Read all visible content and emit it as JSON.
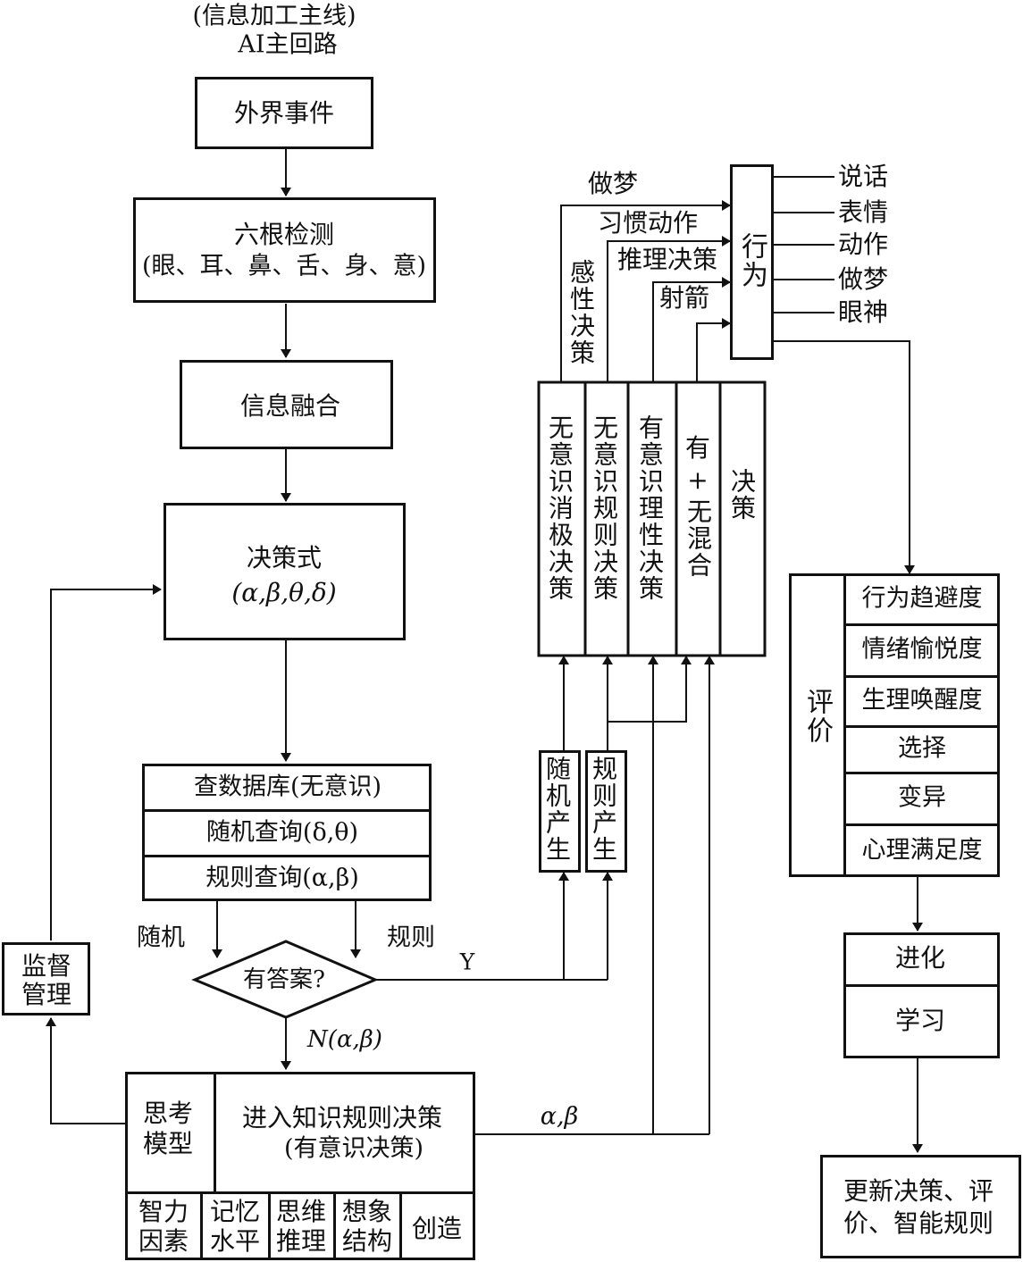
{
  "header": {
    "line1": "(信息加工主线)",
    "line2": "AI主回路"
  },
  "main_flow": {
    "external_events": "外界事件",
    "six_senses_title": "六根检测",
    "six_senses_sub": "(眼、耳、鼻、舌、身、意)",
    "info_fusion": "信息融合",
    "decision_formula_title": "决策式",
    "decision_formula_params": "(α,β,θ,δ)"
  },
  "database": {
    "row1": "查数据库(无意识)",
    "row2": "随机查询(δ,θ)",
    "row3": "规则查询(α,β)"
  },
  "branch_labels": {
    "random": "随机",
    "rule": "规则",
    "yes": "Y",
    "no": "N(α,β)",
    "alpha_beta": "α,β"
  },
  "diamond": {
    "question": "有答案?"
  },
  "supervision": {
    "label": "监督管理"
  },
  "knowledge_block": {
    "thinking_model": "思考模型",
    "enter_rules_line1": "进入知识规则决策",
    "enter_rules_line2": "(有意识决策)",
    "factors": [
      "智力因素",
      "记忆水平",
      "思维推理",
      "想象结构",
      "创造"
    ]
  },
  "generators": {
    "random_gen": "随机产生",
    "rule_gen": "规则产生"
  },
  "decision_columns": {
    "col1": "无意识消极决策",
    "col2": "无意识规则决策",
    "col3": "有意识理性决策",
    "col4a": "有",
    "col4b": "+",
    "col4c": "无混合",
    "col5": "决策"
  },
  "feed_labels": {
    "dream": "做梦",
    "emotional": "感性决策",
    "habit": "习惯动作",
    "reasoning": "推理决策",
    "archery": "射箭"
  },
  "behavior": {
    "label": "行为",
    "outputs": [
      "说话",
      "表情",
      "动作",
      "做梦",
      "眼神"
    ]
  },
  "evaluation": {
    "label": "评价",
    "items": [
      "行为趋避度",
      "情绪愉悦度",
      "生理唤醒度",
      "选择",
      "变异",
      "心理满足度"
    ]
  },
  "evolution": {
    "row1": "进化",
    "row2": "学习"
  },
  "update": {
    "line1": "更新决策、评",
    "line2": "价、智能规则"
  }
}
